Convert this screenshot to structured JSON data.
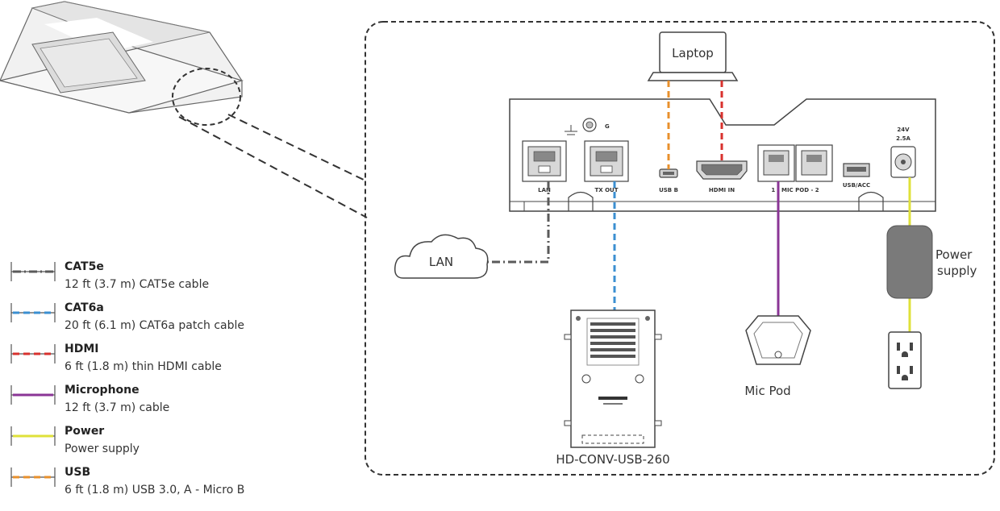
{
  "labels": {
    "laptop": "Laptop",
    "lan_cloud": "LAN",
    "power_supply_line1": "Power",
    "power_supply_line2": "supply",
    "mic_pod": "Mic Pod",
    "converter": "HD-CONV-USB-260"
  },
  "ports": {
    "ground": "G",
    "lan": "LAN",
    "tx_out": "TX OUT",
    "usb_b": "USB B",
    "hdmi_in": "HDMI IN",
    "mic_pod": "1 - MIC POD - 2",
    "usb_acc": "USB/ACC",
    "power_line1": "24V",
    "power_line2": "2.5A"
  },
  "legend": [
    {
      "title": "CAT5e",
      "desc": "12 ft (3.7 m) CAT5e cable",
      "color": "#5a5a5a",
      "style": "dashdot"
    },
    {
      "title": "CAT6a",
      "desc": "20 ft (6.1 m) CAT6a patch cable",
      "color": "#3b8fd1",
      "style": "dash"
    },
    {
      "title": "HDMI",
      "desc": "6 ft (1.8 m) thin HDMI cable",
      "color": "#d8312d",
      "style": "dash"
    },
    {
      "title": "Microphone",
      "desc": "12 ft (3.7 m) cable",
      "color": "#8a3596",
      "style": "solid"
    },
    {
      "title": "Power",
      "desc": "Power supply",
      "color": "#dfe13a",
      "style": "solid"
    },
    {
      "title": "USB",
      "desc": "6 ft (1.8 m) USB 3.0, A - Micro B",
      "color": "#e8902c",
      "style": "dash"
    }
  ],
  "colors": {
    "cat5e": "#5a5a5a",
    "cat6a": "#3b8fd1",
    "hdmi": "#d8312d",
    "mic": "#8a3596",
    "power": "#dfe13a",
    "usb": "#e8902c"
  }
}
